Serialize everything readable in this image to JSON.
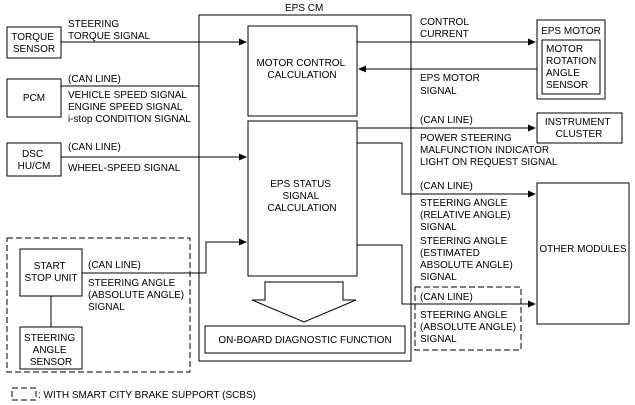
{
  "eps_cm_title": "EPS CM",
  "blocks": {
    "torque_sensor": [
      "TORQUE",
      "SENSOR"
    ],
    "pcm": [
      "PCM"
    ],
    "dsc": [
      "DSC",
      "HU/CM"
    ],
    "start_stop": [
      "START",
      "STOP UNIT"
    ],
    "steering_angle_sensor": [
      "STEERING",
      "ANGLE",
      "SENSOR"
    ],
    "motor_control": [
      "MOTOR CONTROL",
      "CALCULATION"
    ],
    "eps_status": [
      "EPS STATUS",
      "SIGNAL",
      "CALCULATION"
    ],
    "obd": [
      "ON-BOARD DIAGNOSTIC FUNCTION"
    ],
    "eps_motor_title": [
      "EPS MOTOR"
    ],
    "eps_motor_inner": [
      "MOTOR",
      "ROTATION",
      "ANGLE",
      "SENSOR"
    ],
    "instrument_cluster": [
      "INSTRUMENT",
      "CLUSTER"
    ],
    "other_modules": [
      "OTHER MODULES"
    ]
  },
  "signals": {
    "steering_torque": [
      "STEERING",
      "TORQUE SIGNAL"
    ],
    "pcm_can": [
      "(CAN LINE)"
    ],
    "pcm_signals": [
      "VEHICLE SPEED SIGNAL",
      "ENGINE SPEED SIGNAL",
      "i-stop CONDITION SIGNAL"
    ],
    "dsc_can": [
      "(CAN LINE)"
    ],
    "wheel_speed": [
      "WHEEL-SPEED SIGNAL"
    ],
    "ssu_can": [
      "(CAN LINE)"
    ],
    "ssu_angle": [
      "STEERING ANGLE",
      "(ABSOLUTE ANGLE)",
      "SIGNAL"
    ],
    "control_current": [
      "CONTROL",
      "CURRENT"
    ],
    "motor_signal": [
      "EPS MOTOR",
      "SIGNAL"
    ],
    "cluster_can": [
      "(CAN LINE)"
    ],
    "cluster_signal": [
      "POWER STEERING",
      "MALFUNCTION INDICATOR",
      "LIGHT ON REQUEST SIGNAL"
    ],
    "other_can": [
      "(CAN LINE)"
    ],
    "relative_angle": [
      "STEERING ANGLE",
      "(RELATIVE ANGLE)",
      "SIGNAL"
    ],
    "estimated_angle": [
      "STEERING ANGLE",
      "(ESTIMATED",
      "ABSOLUTE ANGLE)",
      "SIGNAL"
    ],
    "scbs_can": [
      "(CAN LINE)"
    ],
    "absolute_angle": [
      "STEERING ANGLE",
      "(ABSOLUTE ANGLE)",
      "SIGNAL"
    ]
  },
  "legend": ": WITH SMART CITY BRAKE SUPPORT (SCBS)"
}
